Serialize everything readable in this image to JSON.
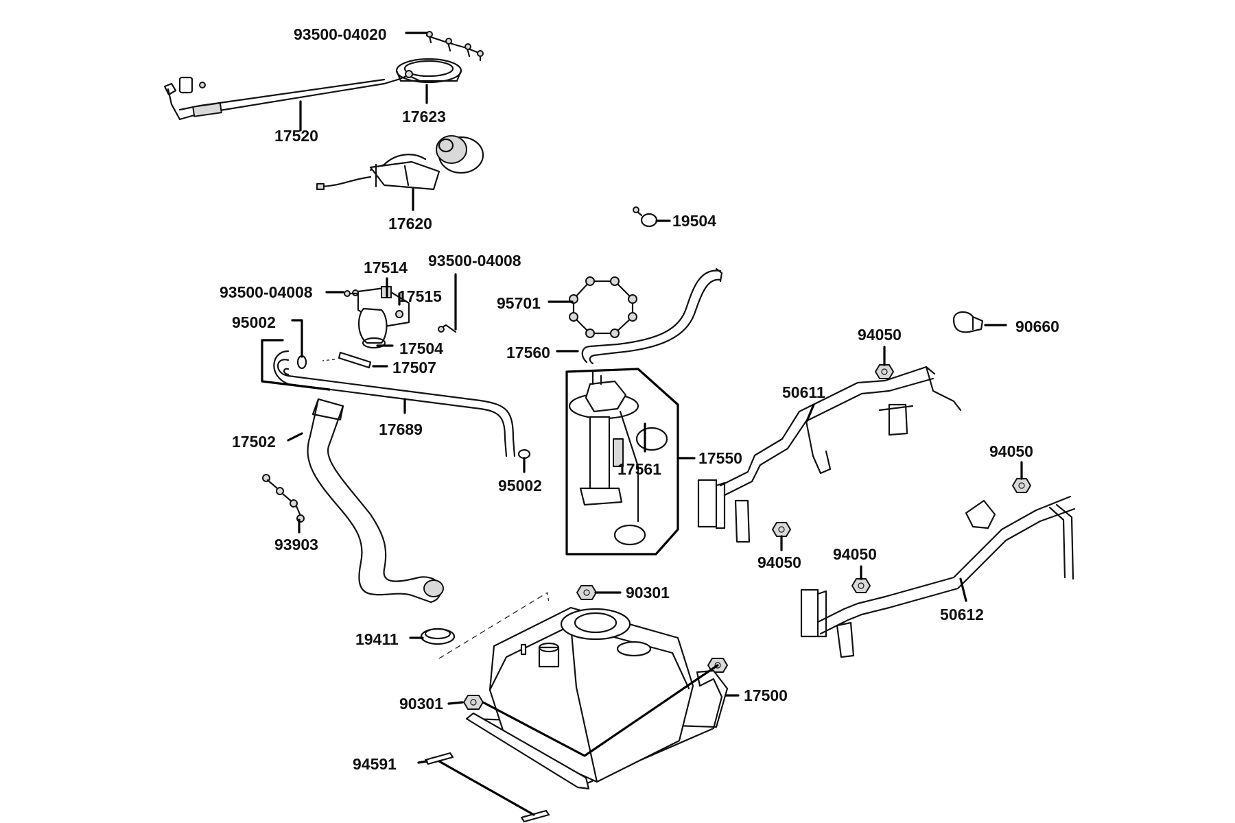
{
  "callouts": {
    "c93500_04020": "93500-04020",
    "c17623": "17623",
    "c17520": "17520",
    "c17620": "17620",
    "c19504": "19504",
    "c17514": "17514",
    "c93500_04008_r": "93500-04008",
    "c93500_04008_l": "93500-04008",
    "c17515": "17515",
    "c95002_l": "95002",
    "c17504": "17504",
    "c17507": "17507",
    "c95701": "95701",
    "c17560": "17560",
    "c90660": "90660",
    "c94050_a": "94050",
    "c50611": "50611",
    "c17689": "17689",
    "c17502": "17502",
    "c17561": "17561",
    "c17550": "17550",
    "c95002_r": "95002",
    "c94050_b": "94050",
    "c93903": "93903",
    "c94050_c": "94050",
    "c94050_d": "94050",
    "c50612": "50612",
    "c90301_a": "90301",
    "c19411": "19411",
    "c90301_b": "90301",
    "c17500": "17500",
    "c94591": "94591"
  }
}
